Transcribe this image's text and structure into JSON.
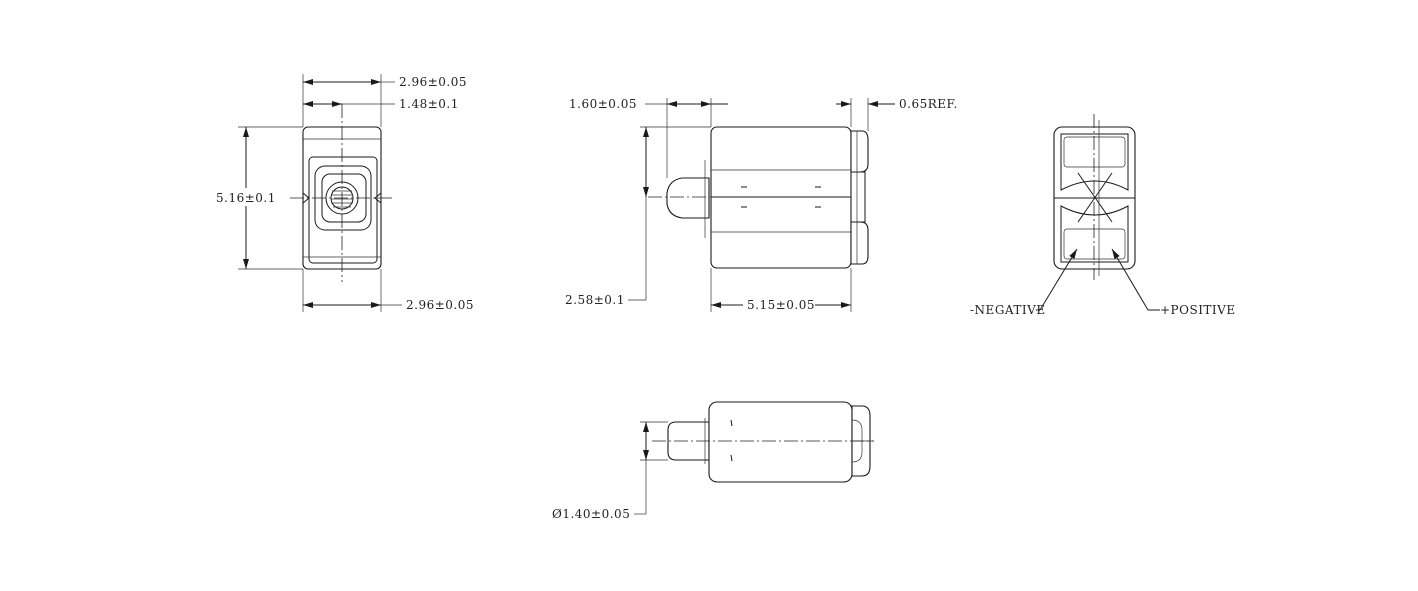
{
  "front_view": {
    "top_width": "2.96±0.05",
    "top_half": "1.48±0.1",
    "height": "5.16±0.1",
    "bottom_width": "2.96±0.05"
  },
  "side_view": {
    "left_offset": "1.60±0.05",
    "ref": "0.65REF.",
    "pin_height": "2.58±0.1",
    "body_length": "5.15±0.05"
  },
  "end_view": {
    "negative_label": "-NEGATIVE",
    "positive_label": "+POSITIVE"
  },
  "bottom_view": {
    "pin_diameter": "Ø1.40±0.05"
  }
}
